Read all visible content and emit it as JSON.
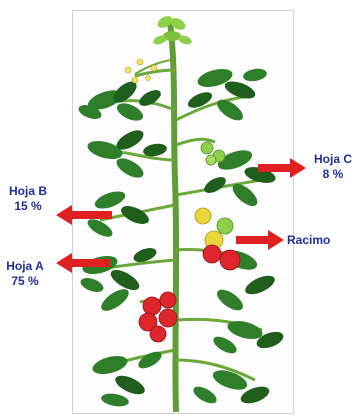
{
  "labels": {
    "hoja_a": {
      "name": "Hoja A",
      "value": "75 %"
    },
    "hoja_b": {
      "name": "Hoja B",
      "value": "15 %"
    },
    "hoja_c": {
      "name": "Hoja C",
      "value": "8 %"
    },
    "racimo": {
      "name": "Racimo"
    }
  },
  "colors": {
    "label_text": "#1f2f9a",
    "arrow": "#e02020",
    "leaf": "#2f7f2a",
    "leaf_dark": "#1f5e1c",
    "stem": "#6aa83a",
    "tomato_red": "#e0262c",
    "tomato_yellow": "#e8d63a",
    "tomato_green": "#8fcf4a",
    "flower": "#f3e36a"
  }
}
